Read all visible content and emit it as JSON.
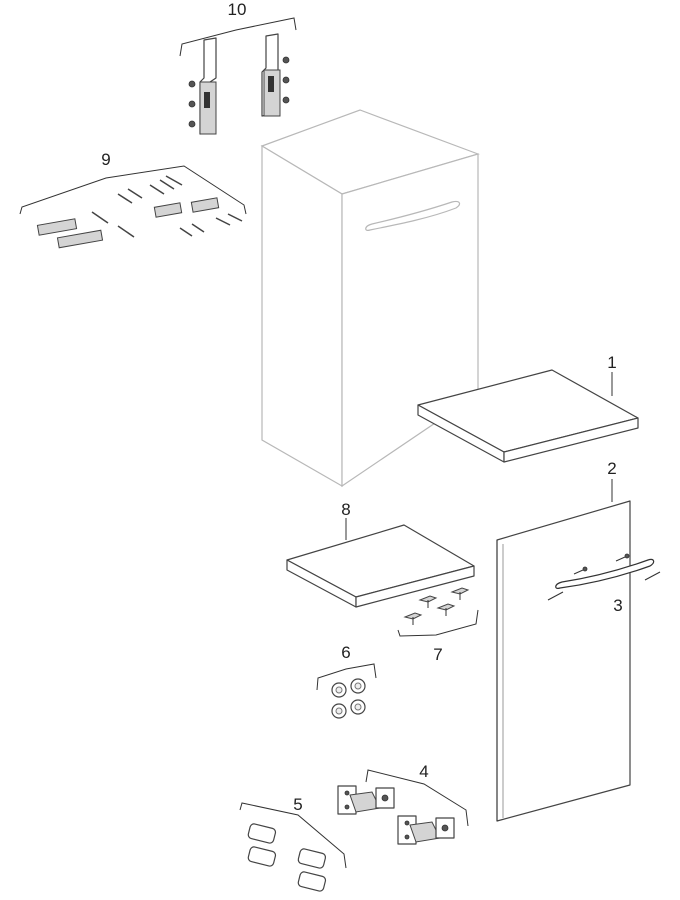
{
  "diagram": {
    "part_labels": {
      "p1": "1",
      "p2": "2",
      "p3": "3",
      "p4": "4",
      "p5": "5",
      "p6": "6",
      "p7": "7",
      "p8": "8",
      "p9": "9",
      "p10": "10"
    }
  }
}
